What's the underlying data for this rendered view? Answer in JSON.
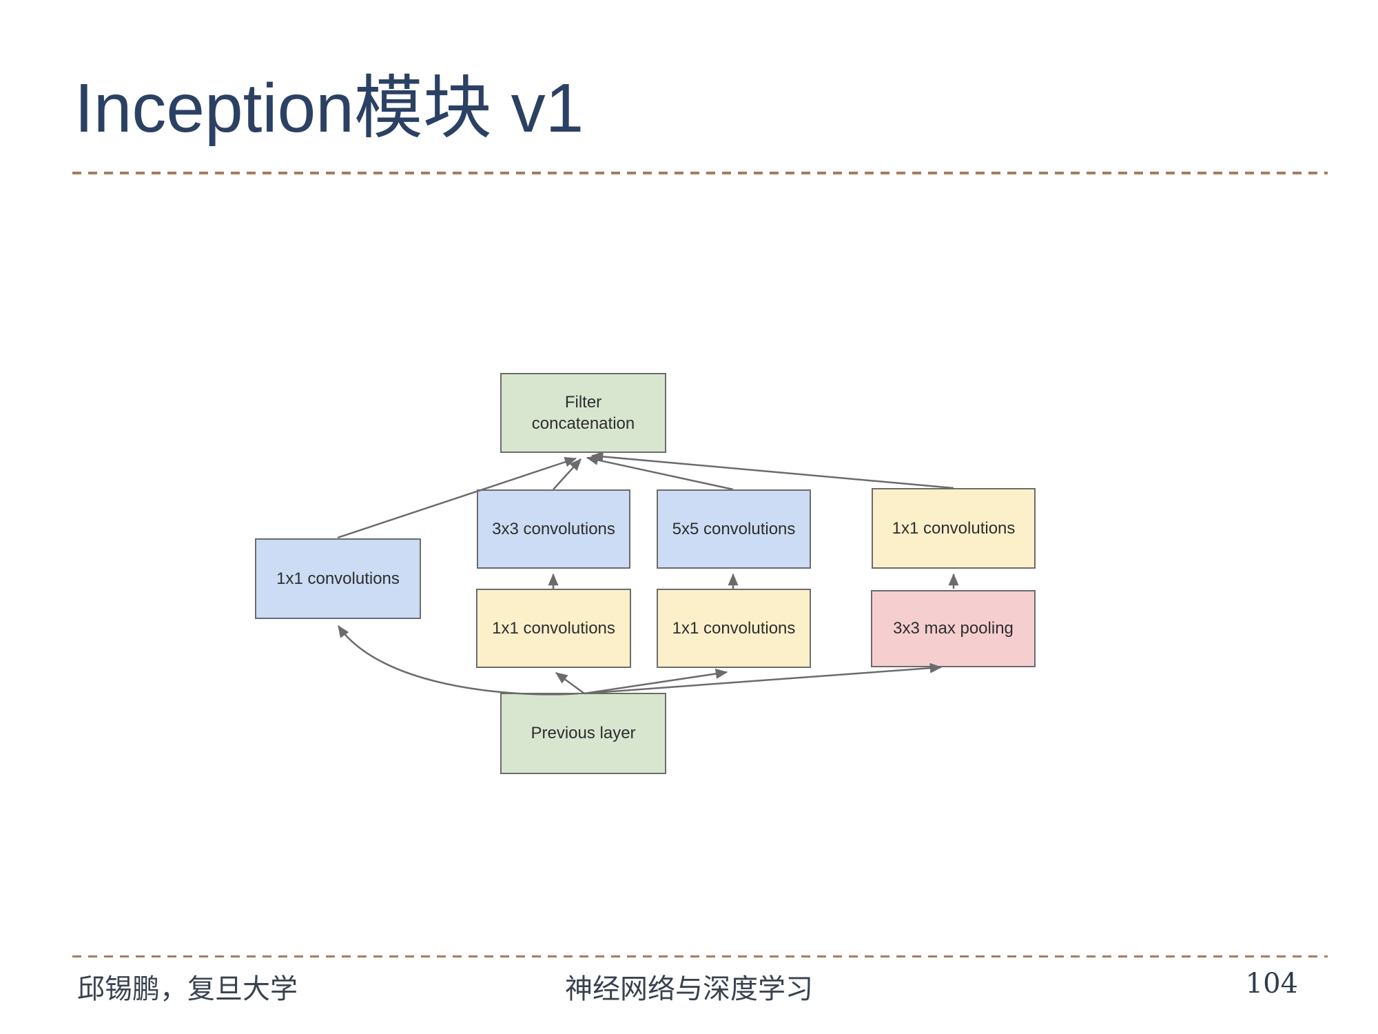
{
  "slide": {
    "title": "Inception模块 v1",
    "footer": {
      "author": "邱锡鹏，复旦大学",
      "course": "神经网络与深度学习",
      "page_number": "104"
    }
  },
  "diagram": {
    "nodes": {
      "filter_concat": {
        "label": "Filter concatenation",
        "color": "green"
      },
      "conv1x1_direct": {
        "label": "1x1 convolutions",
        "color": "blue"
      },
      "conv3x3": {
        "label": "3x3 convolutions",
        "color": "blue"
      },
      "conv5x5": {
        "label": "5x5 convolutions",
        "color": "blue"
      },
      "conv1x1_after_pool": {
        "label": "1x1 convolutions",
        "color": "yellow"
      },
      "conv1x1_reduce_3x3": {
        "label": "1x1 convolutions",
        "color": "yellow"
      },
      "conv1x1_reduce_5x5": {
        "label": "1x1 convolutions",
        "color": "yellow"
      },
      "maxpool": {
        "label": "3x3 max pooling",
        "color": "pink"
      },
      "previous_layer": {
        "label": "Previous layer",
        "color": "green"
      }
    },
    "colors": {
      "green": "#d8e6d0",
      "blue": "#cbdcf4",
      "yellow": "#fbf0ca",
      "pink": "#f5ced0",
      "box_border": "#6b6b6b",
      "arrow": "#6b6b6b",
      "title_text": "#2b4164",
      "divider": "#a67c5b"
    }
  }
}
